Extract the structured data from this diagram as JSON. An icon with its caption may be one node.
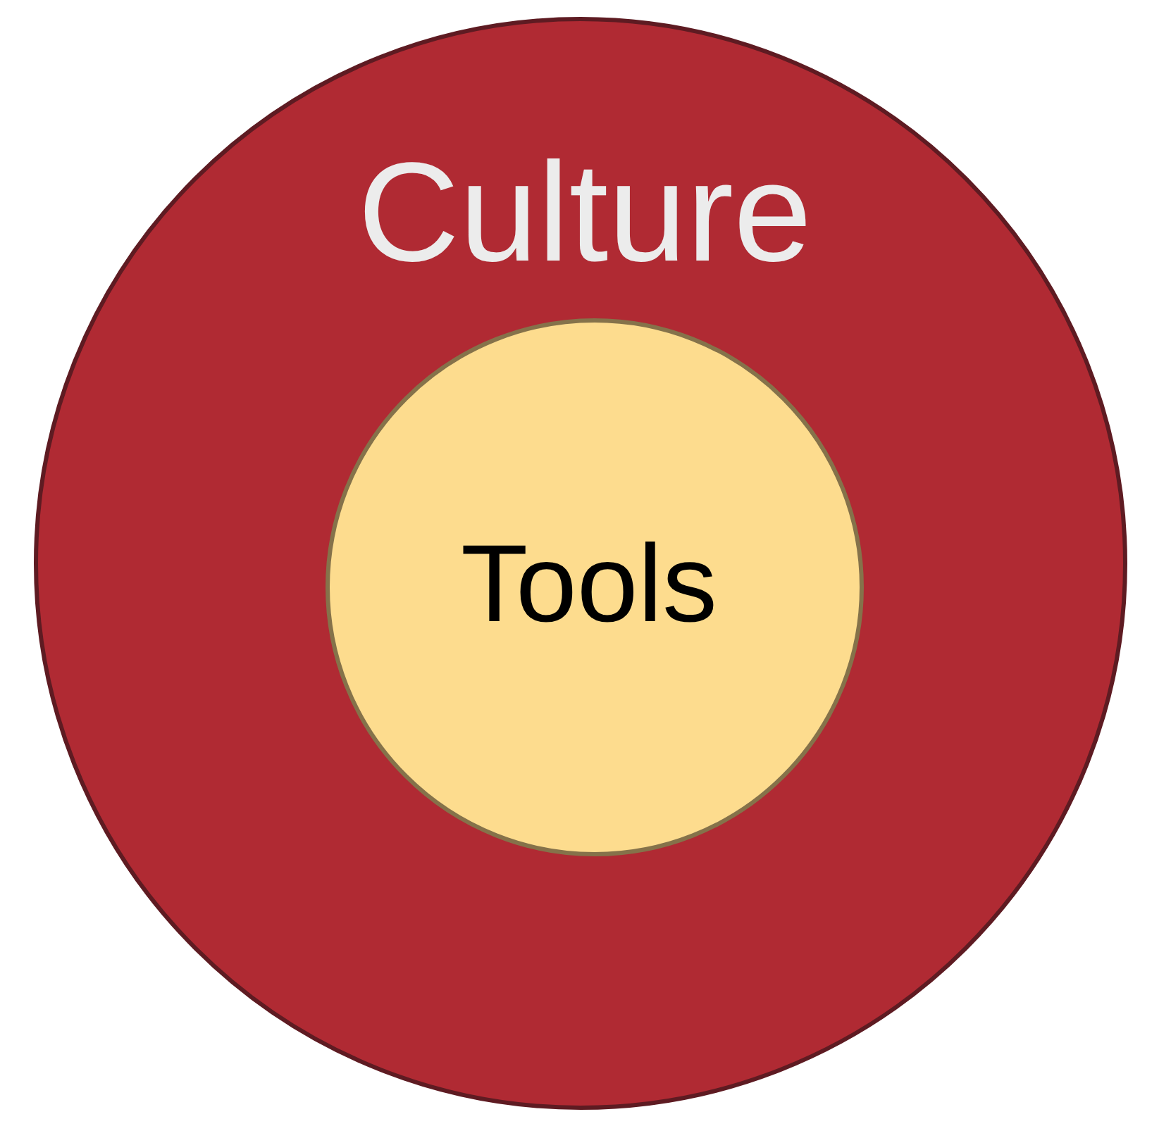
{
  "diagram": {
    "nodes": [
      {
        "text": [
          "Culture"
        ]
      },
      {
        "text": [
          "Tools"
        ],
        "in": 0
      }
    ]
  }
}
